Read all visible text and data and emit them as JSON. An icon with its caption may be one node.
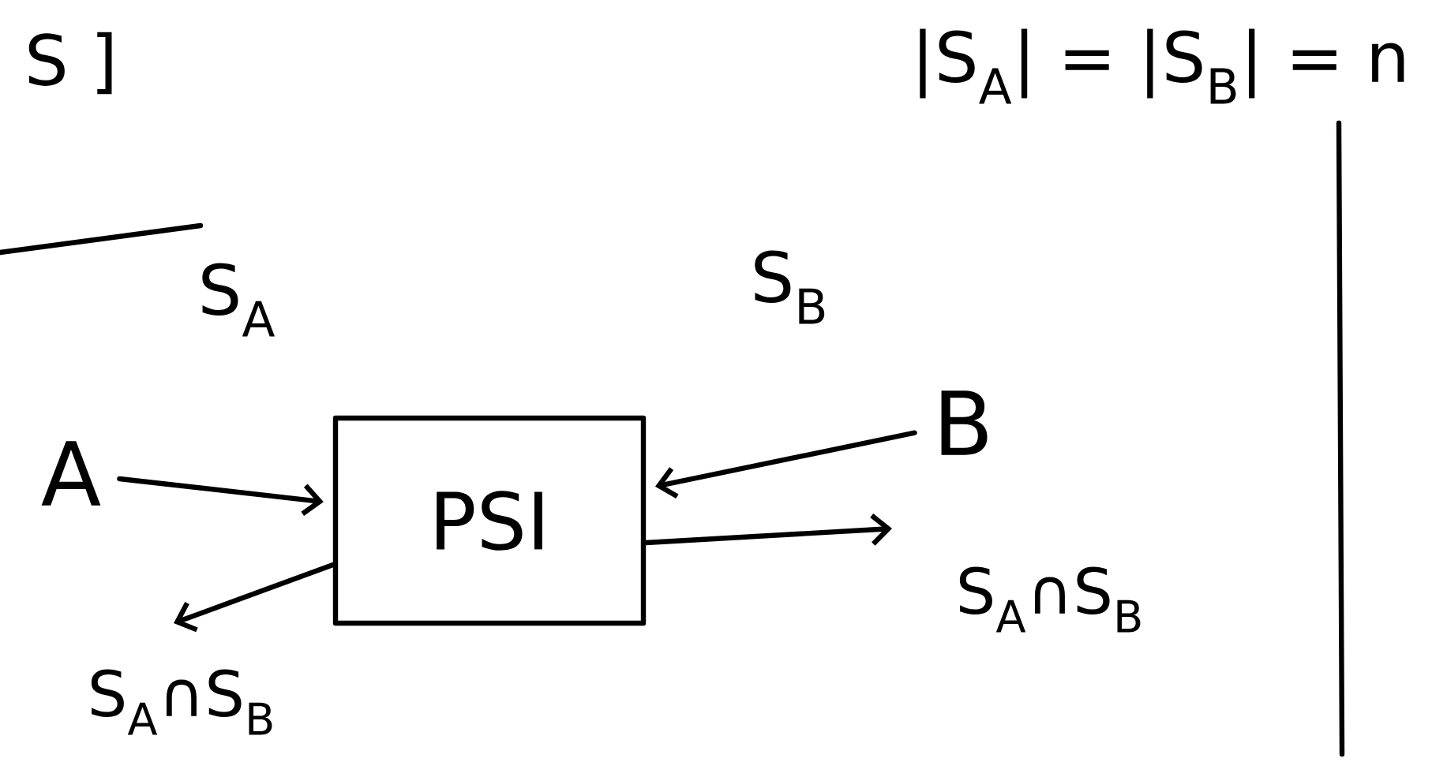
{
  "diagram": {
    "nodes": [
      {
        "text": [
          "A"
        ]
      },
      {
        "text": [
          "PSI"
        ]
      },
      {
        "text": [
          "B"
        ]
      }
    ],
    "edges": [
      {
        "from": 0,
        "to": 1,
        "arrow": "to"
      },
      {
        "from": 1,
        "to": null,
        "arrow": "to",
        "label": "S$_{A}$∩S$_{B}$"
      },
      {
        "from": 2,
        "to": 1,
        "arrow": "to"
      },
      {
        "from": 1,
        "to": null,
        "arrow": "to",
        "label": "S$_{A}$∩S$_{B}$"
      }
    ],
    "labels": [
      "S ]",
      "|S$_{A}$| = |S$_{B}$| = n",
      "S$_{A}$",
      "S$_{B}$"
    ]
  }
}
